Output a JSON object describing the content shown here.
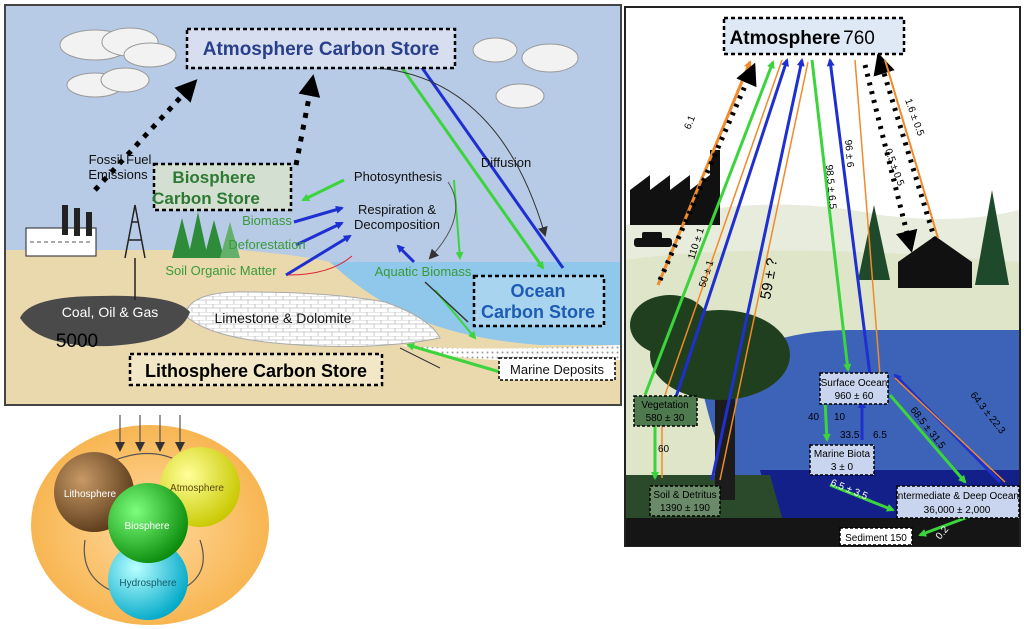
{
  "left_panel": {
    "atmosphere_store": "Atmosphere Carbon Store",
    "biosphere_store_line1": "Biosphere",
    "biosphere_store_line2": "Carbon Store",
    "ocean_store_line1": "Ocean",
    "ocean_store_line2": "Carbon Store",
    "lithosphere_store": "Lithosphere Carbon Store",
    "fossil_fuel_line1": "Fossil Fuel",
    "fossil_fuel_line2": "Emissions",
    "photosynthesis": "Photosynthesis",
    "respiration_line1": "Respiration &",
    "respiration_line2": "Decomposition",
    "diffusion": "Diffusion",
    "biomass": "Biomass",
    "deforestation": "Deforestation",
    "soil_organic_matter": "Soil Organic Matter",
    "aquatic_biomass": "Aquatic Biomass",
    "coal_oil_gas": "Coal, Oil & Gas",
    "coal_value": "5000",
    "limestone": "Limestone & Dolomite",
    "marine_deposits": "Marine Deposits"
  },
  "spheres": {
    "lithosphere": "Lithosphere",
    "atmosphere": "Atmosphere",
    "biosphere": "Biosphere",
    "hydrosphere": "Hydrosphere"
  },
  "right_panel": {
    "atmosphere_label": "Atmosphere",
    "atmosphere_value": "760",
    "vegetation": "Vegetation",
    "vegetation_value": "580 ± 30",
    "soil_detritus": "Soil & Detritus",
    "soil_value": "1390 ± 190",
    "surface_ocean": "Surface Ocean",
    "surface_ocean_value": "960 ± 60",
    "marine_biota": "Marine Biota",
    "marine_biota_value": "3 ± 0",
    "deep_ocean": "Intermediate & Deep Ocean",
    "deep_ocean_value": "36,000 ± 2,000",
    "sediment": "Sediment 150",
    "flow_fossil": "6.1",
    "flow_land_up": "1.6 ± 0.5",
    "flow_land_down": "0.5 ± 0.5",
    "flow_ocean_down": "96 ± 6",
    "flow_ocean_up": "98.5 ± 6.5",
    "flow_veg_up": "110 ± 1",
    "flow_veg_down": "50 ± 1",
    "flow_soil": "59 ± ?",
    "flow_veg_soil": "60",
    "flow_surface_biota_down": "40",
    "flow_surface_biota_up": "10",
    "flow_biota_mid": "33.5",
    "flow_biota_right": "6.5",
    "flow_deep_down": "68.5 ± 31.5",
    "flow_deep_up": "64.3 ± 22.3",
    "flow_biota_deep": "6.5 ± 3.5",
    "flow_sediment": "0.2"
  }
}
